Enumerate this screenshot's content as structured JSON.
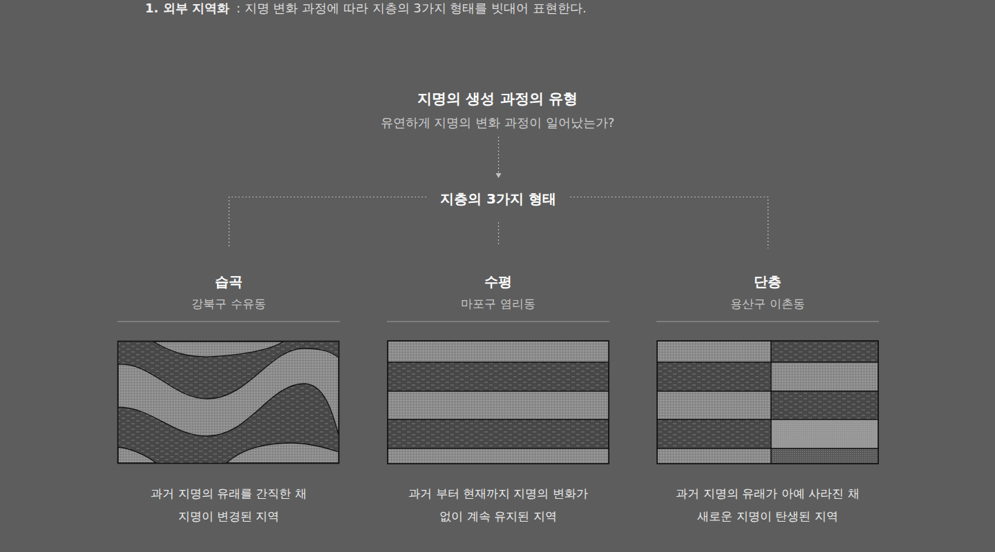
{
  "diagram": {
    "title": "지명의 생성 과정의 유형",
    "nodes": [
      {
        "text": [
          "지명의 생성 과정의 유형",
          "유연하게 지명의 변화 과정이 일어났는가?"
        ]
      },
      {
        "text": [
          "지층의 3가지 형태"
        ]
      },
      {
        "text": [
          "습곡",
          "강북구 수유동",
          "과거 지명의 유래를 간직한 채 지명이 변경된 지역"
        ]
      },
      {
        "text": [
          "수평",
          "마포구 염리동",
          "과거 부터 현재까지 지명의 변화가 없이 계속 유지된 지역"
        ]
      },
      {
        "text": [
          "단층",
          "용산구 이촌동",
          "과거 지명의 유래가 아예 사라진 채 새로운 지명이 탄생된 지역"
        ]
      }
    ],
    "edges": [
      {
        "from": 0,
        "to": 1,
        "arrow": "to"
      },
      {
        "from": 1,
        "to": 2,
        "arrow": "none"
      },
      {
        "from": 1,
        "to": 3,
        "arrow": "none"
      },
      {
        "from": 1,
        "to": 4,
        "arrow": "none"
      }
    ],
    "labels": [
      "1. 외부 지역화",
      ": 지명 변화 과정에 따라 지층의 3가지 형태를 빗대어 표현한다."
    ]
  }
}
